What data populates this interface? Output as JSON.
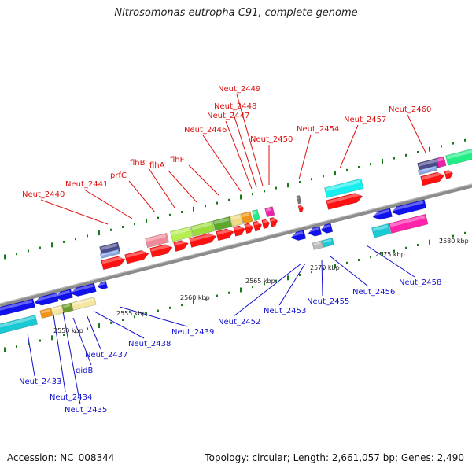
{
  "title": "Nitrosomonas eutropha C91, complete genome",
  "footer": {
    "accession": "Accession: NC_008344",
    "meta": "Topology: circular; Length: 2,661,057 bp; Genes: 2,490"
  },
  "colors": {
    "backbone": "#8a8a8a",
    "tick": "#1a7a1a",
    "forward_label": "#dd1111",
    "reverse_label": "#1111cc"
  },
  "ruler": [
    {
      "label": "2550 kbp"
    },
    {
      "label": "2555 kbp"
    },
    {
      "label": "2560 kbp"
    },
    {
      "label": "2565 kbp"
    },
    {
      "label": "2570 kbp"
    },
    {
      "label": "2575 kbp"
    },
    {
      "label": "2580 kbp"
    }
  ],
  "forward_labels": [
    "Neut_2440",
    "Neut_2441",
    "prfC",
    "flhB",
    "flhA",
    "flhF",
    "Neut_2446",
    "Neut_2447",
    "Neut_2448",
    "Neut_2449",
    "Neut_2450",
    "Neut_2454",
    "Neut_2457",
    "Neut_2460"
  ],
  "reverse_labels": [
    "Neut_2433",
    "Neut_2434",
    "Neut_2435",
    "gidB",
    "Neut_2437",
    "Neut_2438",
    "Neut_2439",
    "Neut_2452",
    "Neut_2453",
    "Neut_2455",
    "Neut_2456",
    "Neut_2458"
  ]
}
